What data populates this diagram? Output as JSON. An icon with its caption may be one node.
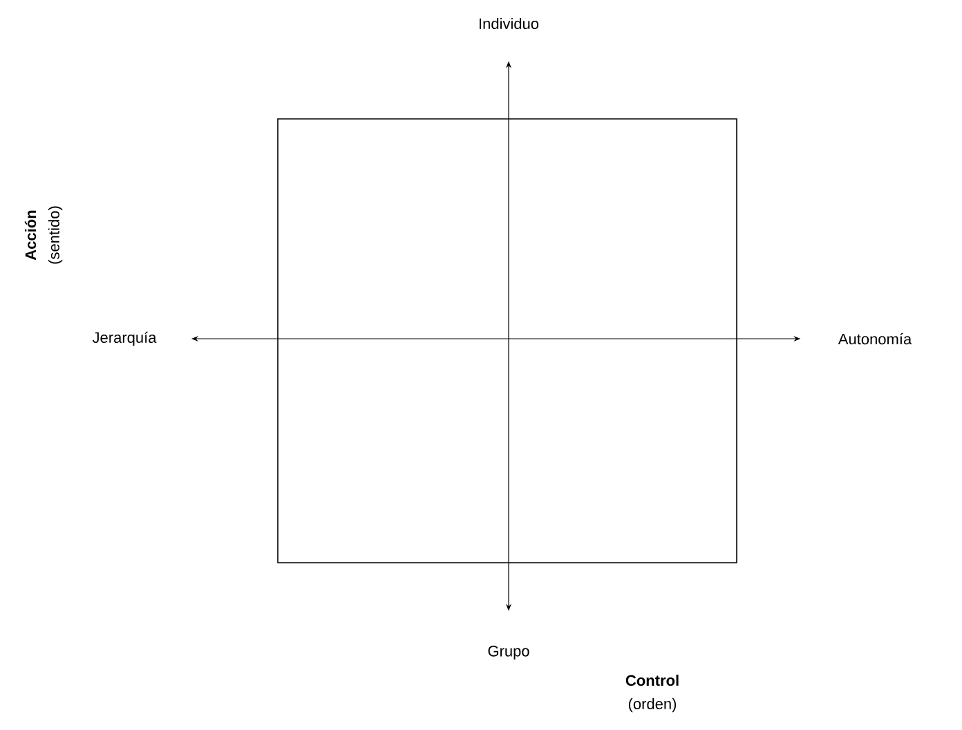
{
  "diagram": {
    "nodes": [
      {
        "text": [
          "Individuo"
        ]
      },
      {
        "text": [
          "Grupo"
        ]
      },
      {
        "text": [
          "Jerarquía"
        ]
      },
      {
        "text": [
          "Autonomía"
        ]
      }
    ],
    "edges": [
      {
        "from": 2,
        "to": 3,
        "arrow": "both"
      },
      {
        "from": 0,
        "to": 1,
        "arrow": "both"
      }
    ],
    "labels": [
      "Acción",
      "(sentido)",
      "Control",
      "(orden)"
    ]
  }
}
